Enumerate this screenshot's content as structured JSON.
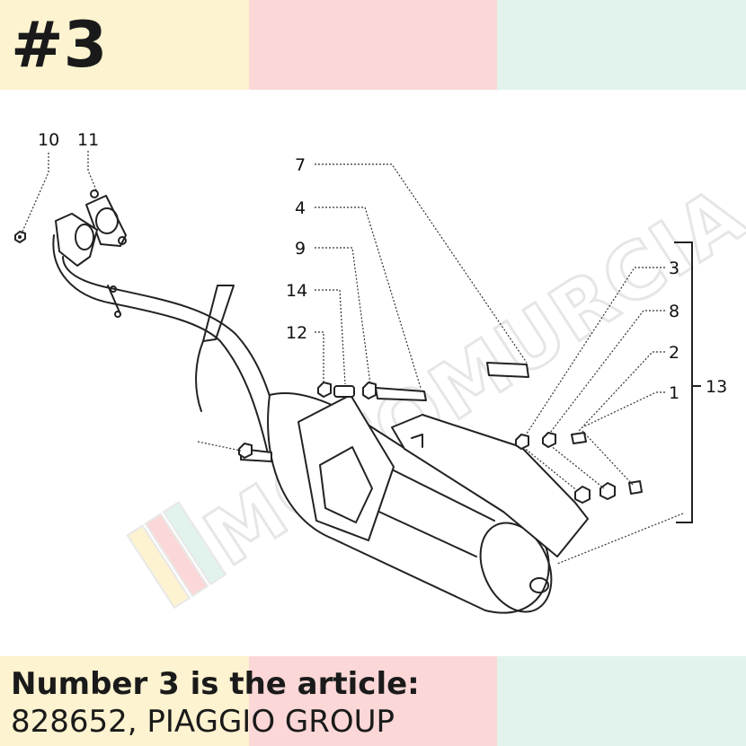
{
  "header": {
    "number_label": "#3",
    "band_colors": [
      "#fdf3d0",
      "#fbd7d7",
      "#e1f3ec"
    ]
  },
  "watermark": {
    "text": "MOTOMURCIA",
    "stripe_colors": [
      "#fdf3d0",
      "#fbd7d7",
      "#e1f3ec"
    ]
  },
  "diagram": {
    "callouts": [
      "10",
      "11",
      "7",
      "4",
      "9",
      "14",
      "12",
      "3",
      "8",
      "2",
      "1",
      "13"
    ]
  },
  "footer": {
    "line1": "Number 3 is the article:",
    "line2": "828652, PIAGGIO GROUP",
    "band_colors": [
      "#fdf3d0",
      "#fbd7d7",
      "#e1f3ec"
    ]
  }
}
